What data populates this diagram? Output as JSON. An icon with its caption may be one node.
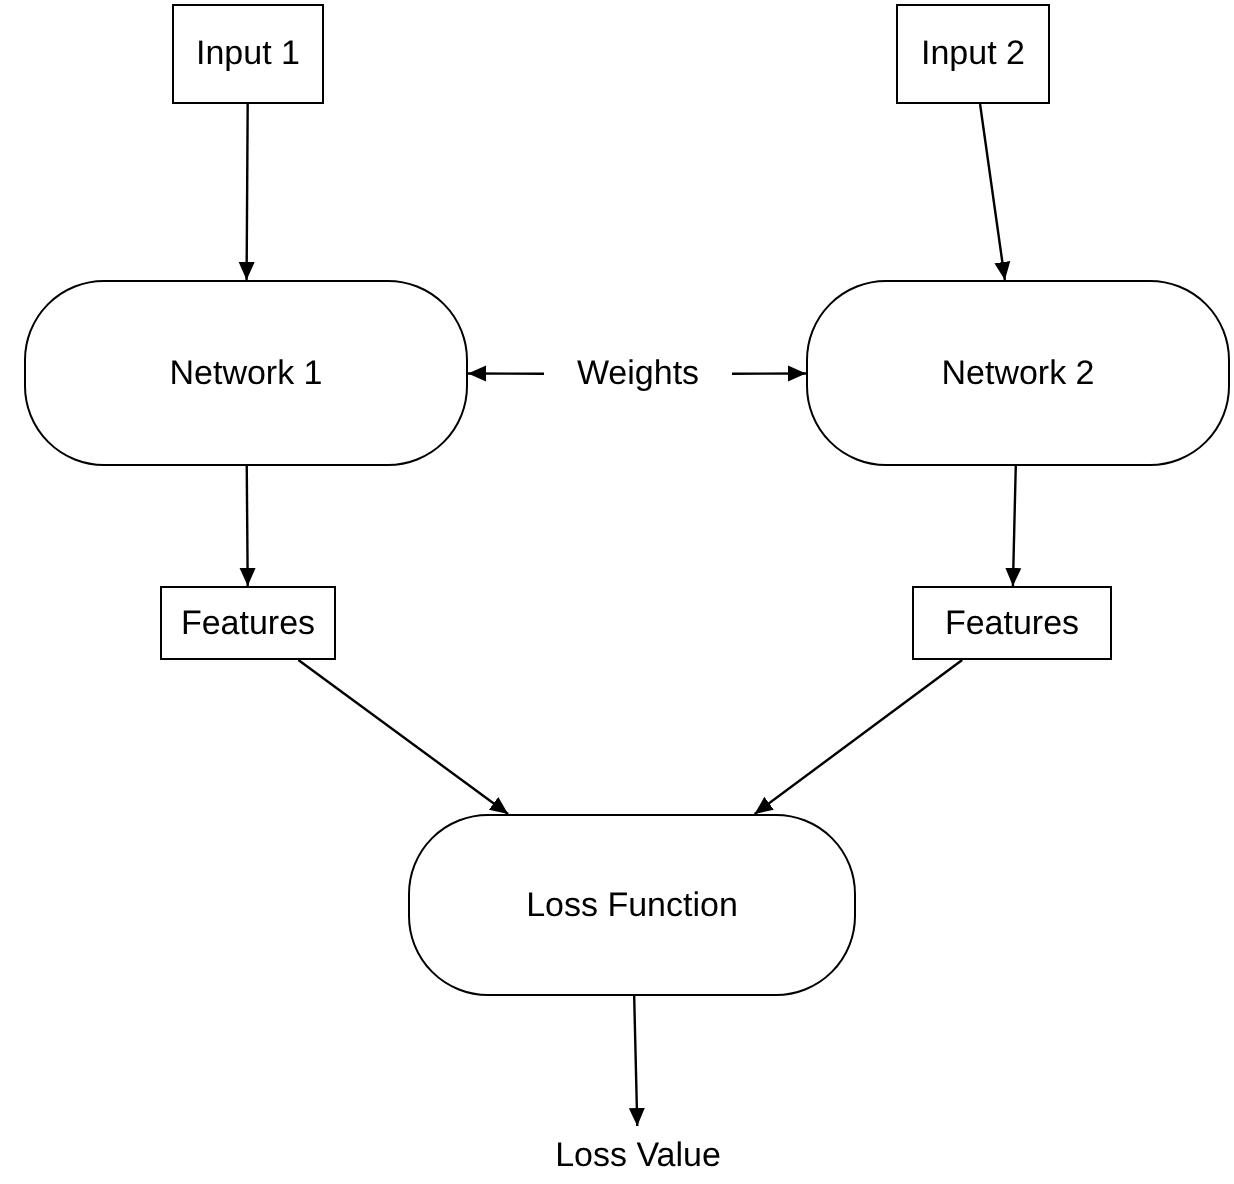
{
  "diagram": {
    "nodes": [
      {
        "text": [
          "Input 1"
        ]
      },
      {
        "text": [
          "Input 2"
        ]
      },
      {
        "text": [
          "Network 1"
        ]
      },
      {
        "text": [
          "Weights"
        ]
      },
      {
        "text": [
          "Network 2"
        ]
      },
      {
        "text": [
          "Features"
        ]
      },
      {
        "text": [
          "Features"
        ]
      },
      {
        "text": [
          "Loss Function"
        ]
      },
      {
        "text": [
          "Loss Value"
        ]
      }
    ],
    "edges": [
      {
        "from": 0,
        "to": 2,
        "arrow": "to"
      },
      {
        "from": 1,
        "to": 4,
        "arrow": "to"
      },
      {
        "from": 3,
        "to": 2,
        "arrow": "to"
      },
      {
        "from": 3,
        "to": 4,
        "arrow": "to"
      },
      {
        "from": 2,
        "to": 5,
        "arrow": "to"
      },
      {
        "from": 4,
        "to": 6,
        "arrow": "to"
      },
      {
        "from": 5,
        "to": 7,
        "arrow": "to"
      },
      {
        "from": 6,
        "to": 7,
        "arrow": "to"
      },
      {
        "from": 7,
        "to": 8,
        "arrow": "to"
      }
    ]
  }
}
